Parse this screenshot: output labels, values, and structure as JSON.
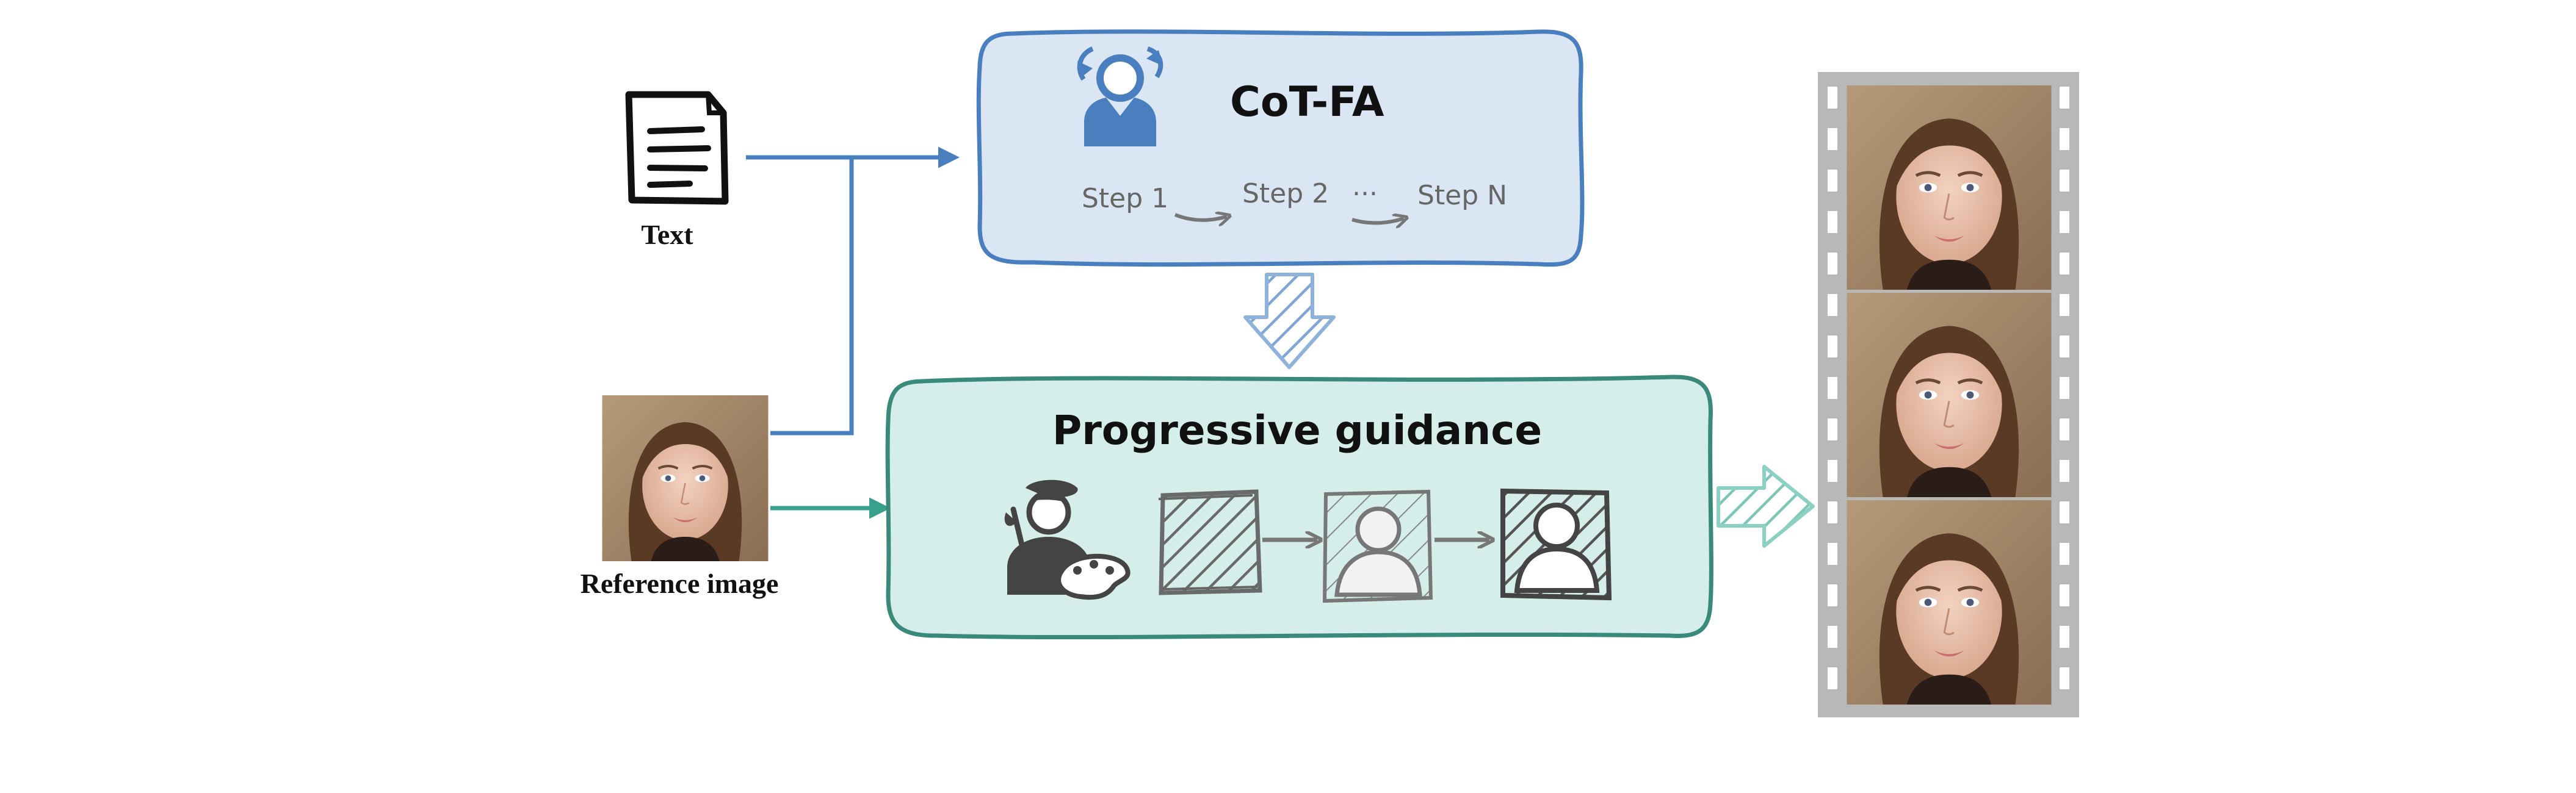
{
  "text_input": {
    "label": "Text"
  },
  "reference": {
    "label": "Reference image"
  },
  "cot": {
    "title": "CoT-FA",
    "steps": [
      "Step 1",
      "Step 2",
      "Step N"
    ],
    "ellipsis": "..."
  },
  "guidance": {
    "title": "Progressive guidance"
  },
  "colors": {
    "blue_stroke": "#4a7fbf",
    "blue_fill": "#dbe6f4",
    "teal_stroke": "#3a8a7c",
    "teal_fill": "#d5eee9",
    "arrow_gray": "#7a7a7a",
    "sketch_gray": "#555555",
    "film_gray": "#b8b8b8"
  }
}
